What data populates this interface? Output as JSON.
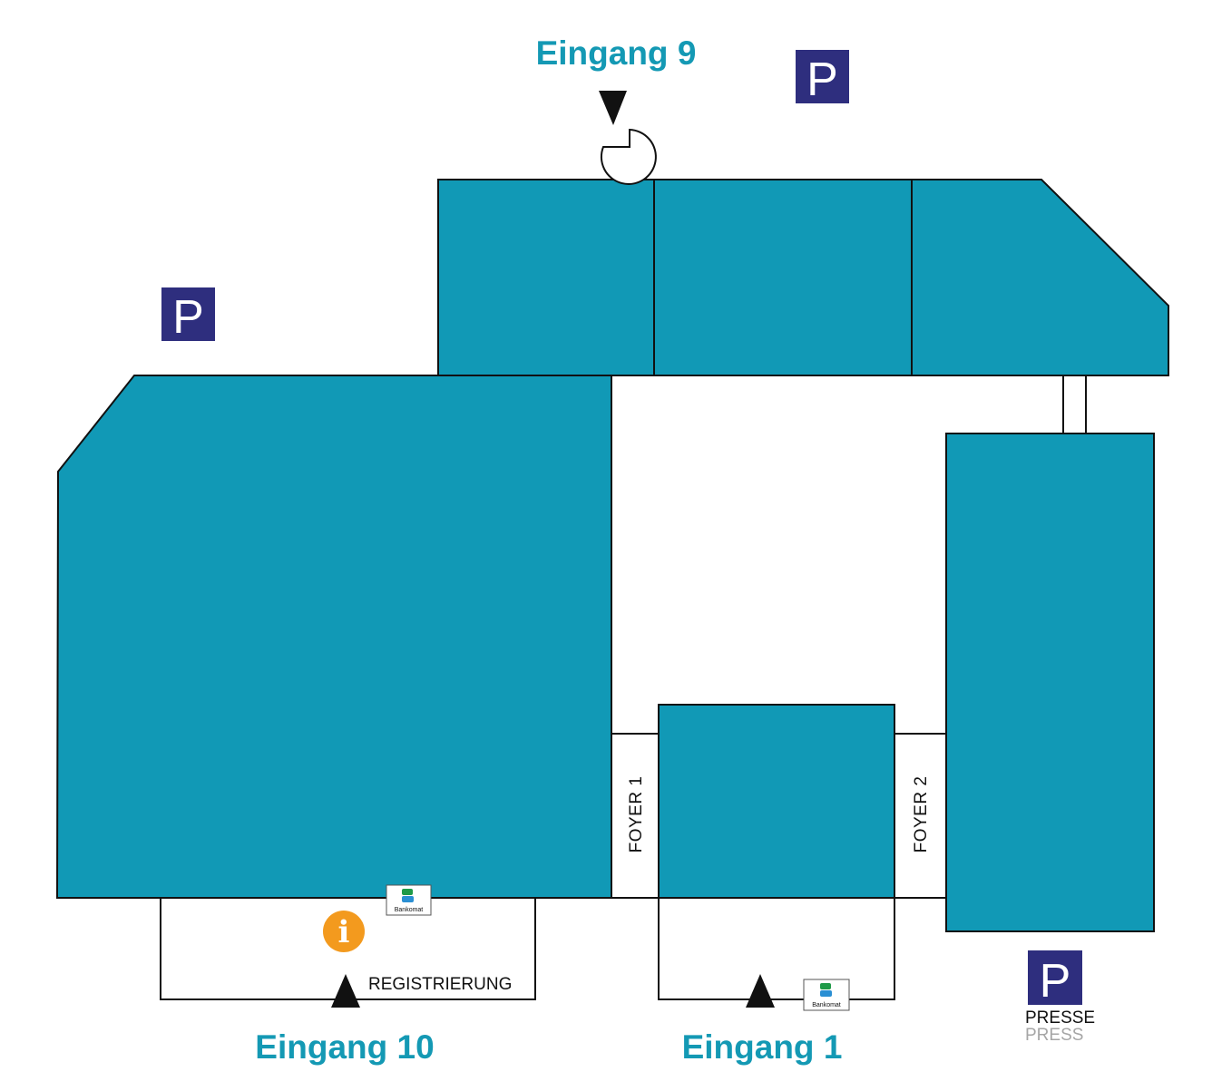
{
  "colors": {
    "hall": "#1199b6",
    "entrance_text": "#1499b4",
    "parking_bg": "#2e2e7e",
    "info_bg": "#f39a1e",
    "press_secondary": "#a6a6a6",
    "atm_green": "#1f9a48",
    "atm_blue": "#2a8fd3"
  },
  "entrances": {
    "e9": "Eingang 9",
    "e10": "Eingang 10",
    "e1": "Eingang 1"
  },
  "labels": {
    "registration": "REGISTRIERUNG",
    "foyer1": "FOYER 1",
    "foyer2": "FOYER 2",
    "press_de": "PRESSE",
    "press_en": "PRESS"
  },
  "parking": {
    "letter": "P"
  },
  "atm": {
    "label": "Bankomat"
  },
  "info": {
    "letter": "i"
  },
  "icons": {
    "parking": "parking-sign-icon",
    "atm": "bankomat-atm-icon",
    "info": "information-icon",
    "arrow": "entrance-arrow-icon",
    "revolving_door": "revolving-door-icon"
  }
}
